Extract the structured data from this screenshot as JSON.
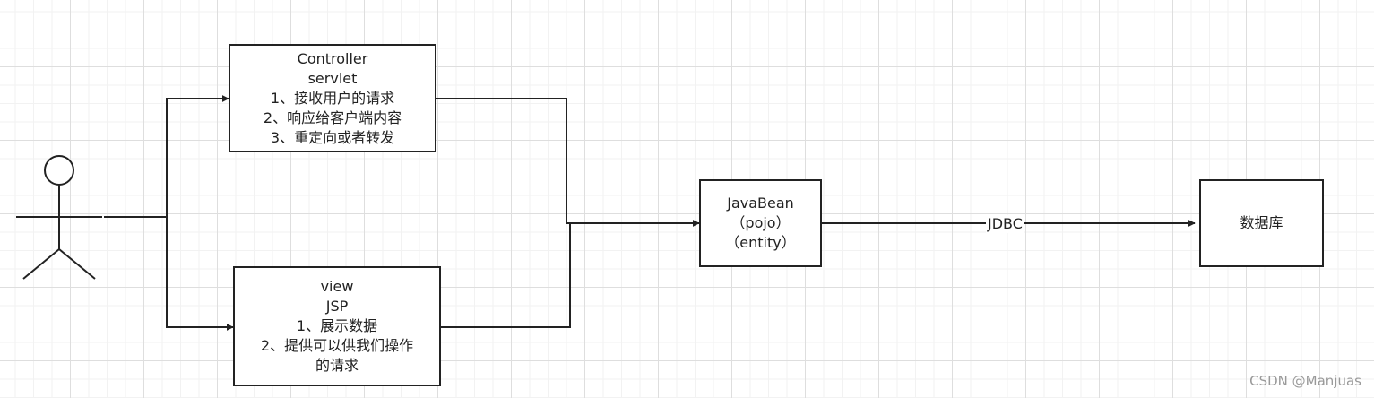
{
  "nodes": {
    "controller": [
      "Controller",
      "servlet",
      "1、接收用户的请求",
      "2、响应给客户端内容",
      "3、重定向或者转发"
    ],
    "view": [
      "view",
      "JSP",
      "1、展示数据",
      "2、提供可以供我们操作",
      "的请求"
    ],
    "javabean": [
      "JavaBean",
      "（pojo）",
      "（entity）"
    ],
    "database": [
      "数据库"
    ]
  },
  "edges": {
    "jdbc_label": "JDBC"
  },
  "watermark": "CSDN @Manjuas"
}
